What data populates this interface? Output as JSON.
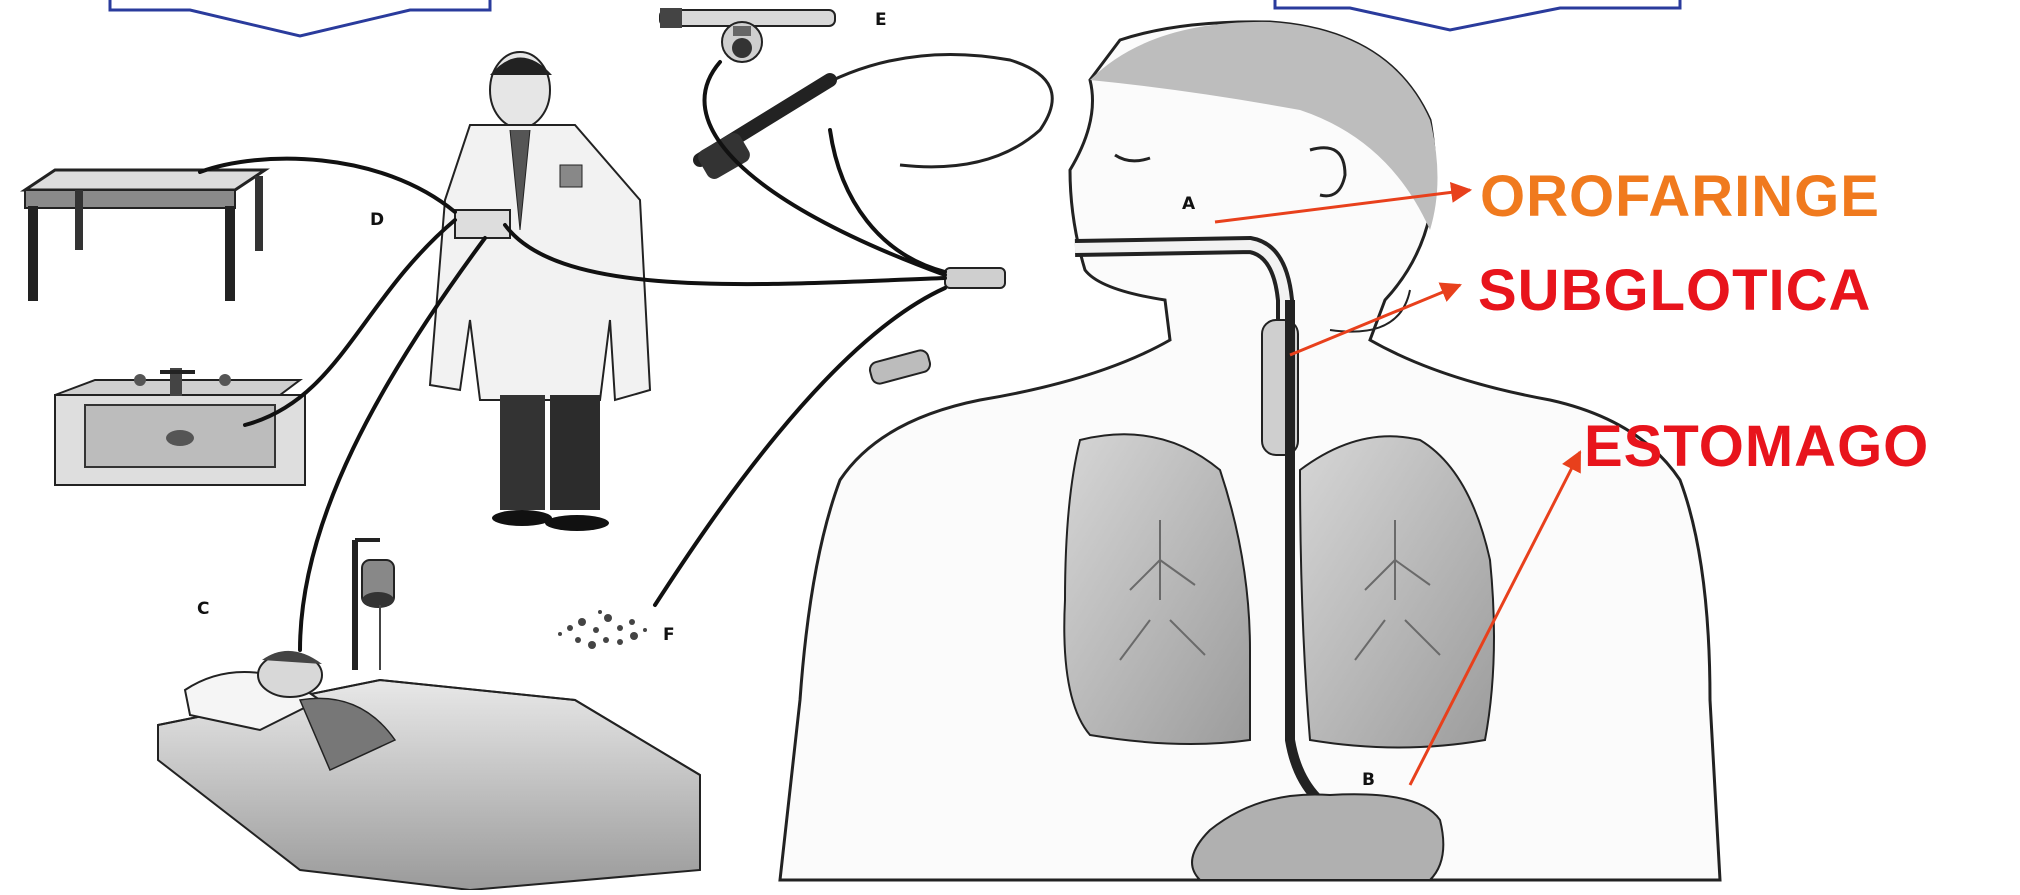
{
  "labels": {
    "orofaringe": "OROFARINGE",
    "subglotica": "SUBGLOTICA",
    "estomago": "ESTOMAGO",
    "a": "A",
    "b": "B",
    "c": "C",
    "d": "D",
    "e": "E",
    "f": "F"
  },
  "colors": {
    "orofaringe": "#f07a1e",
    "subglotica": "#e8141c",
    "estomago": "#e8141c",
    "pointer_lines": "#e8401c",
    "top_arrows": "#2a3b9c",
    "sketch": "#111111",
    "shading": "#bdbdbd"
  }
}
